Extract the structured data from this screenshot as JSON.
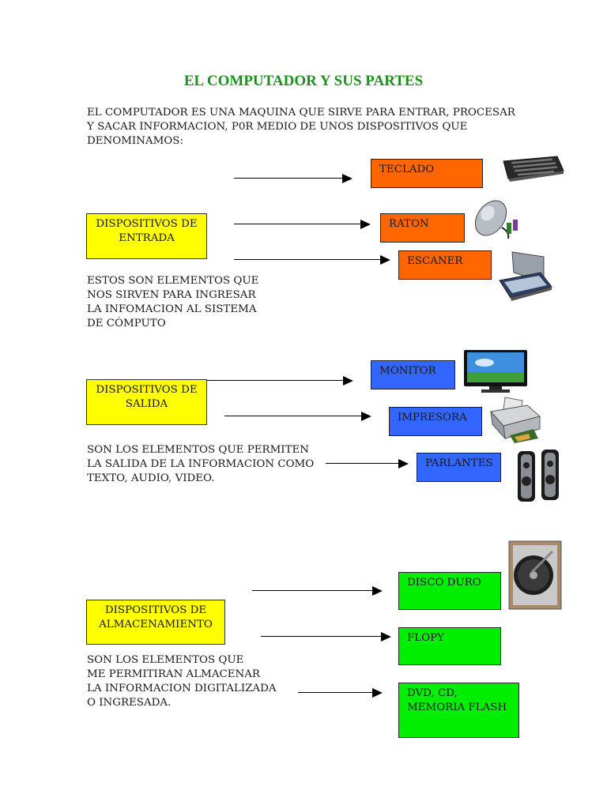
{
  "title": "EL COMPUTADOR Y SUS PARTES",
  "intro": "EL COMPUTADOR ES UNA MAQUINA QUE SIRVE PARA ENTRAR, PROCESAR\nY SACAR INFORMACION, P0R MEDIO DE UNOS DISPOSITIVOS QUE\nDENOMINAMOS:",
  "entrada": {
    "category": "DISPOSITIVOS DE\nENTRADA",
    "description": "ESTOS SON ELEMENTOS QUE\nNOS SIRVEN PARA INGRESAR\nLA INFOMACION AL SISTEMA\nDE CÓMPUTO",
    "items": [
      "TECLADO",
      "RATON",
      "ESCANER"
    ],
    "color": "#ff6600"
  },
  "salida": {
    "category": "DISPOSITIVOS DE\nSALIDA",
    "description": "SON LOS ELEMENTOS QUE PERMITEN\nLA SALIDA DE LA INFORMACION COMO\nTEXTO, AUDIO, VIDEO.",
    "items": [
      "MONITOR",
      "IMPRESORA",
      "PARLANTES"
    ],
    "color": "#3366ff"
  },
  "almacenamiento": {
    "category": "DISPOSITIVOS DE\nALMACENAMIENTO",
    "description": "SON LOS ELEMENTOS QUE\nME PERMITIRAN ALMACENAR\nLA INFORMACION DIGITALIZADA\nO INGRESADA.",
    "items": [
      "DISCO DURO",
      "FLOPY",
      "DVD, CD,\nMEMORIA FLASH"
    ],
    "color": "#00ee00"
  },
  "category_color": "#ffff00",
  "title_color": "#1f8f1f"
}
